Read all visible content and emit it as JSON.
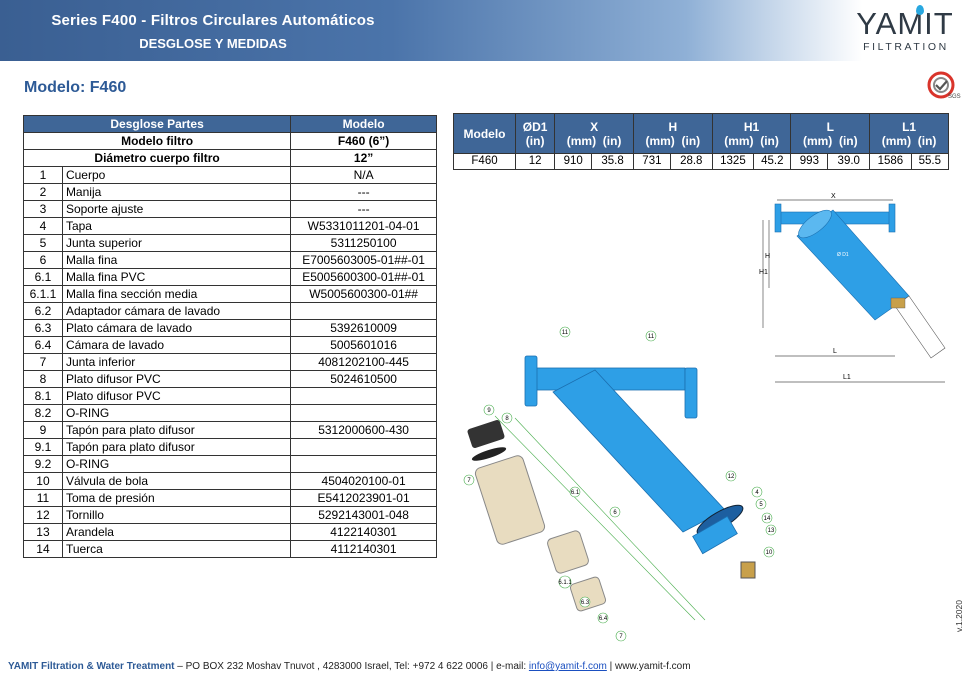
{
  "header": {
    "title": "Series F400  - Filtros Circulares Automáticos",
    "subtitle": "DESGLOSE Y MEDIDAS",
    "logo_word": "YAMIT",
    "logo_sub": "FILTRATION"
  },
  "model_title": "Modelo:  F460",
  "sgs_label": "SGS",
  "parts": {
    "header_left": "Desglose Partes",
    "header_right": "Modelo",
    "filter_model_label": "Modelo filtro",
    "filter_model_value": "F460 (6”)",
    "diameter_label": "Diámetro cuerpo filtro",
    "diameter_value": "12”",
    "rows": [
      {
        "num": "1",
        "name": "Cuerpo",
        "code": "N/A"
      },
      {
        "num": "2",
        "name": "Manija",
        "code": "---"
      },
      {
        "num": "3",
        "name": "Soporte ajuste",
        "code": "---"
      },
      {
        "num": "4",
        "name": "Tapa",
        "code": "W5331011201-04-01"
      },
      {
        "num": "5",
        "name": "Junta superior",
        "code": "5311250100"
      },
      {
        "num": "6",
        "name": "Malla fina",
        "code": "E7005603005-01##-01"
      },
      {
        "num": "6.1",
        "name": "Malla fina PVC",
        "code": "E5005600300-01##-01"
      },
      {
        "num": "6.1.1",
        "name": "Malla fina sección media",
        "code": "W5005600300-01##"
      },
      {
        "num": "6.2",
        "name": "Adaptador cámara de lavado",
        "code": ""
      },
      {
        "num": "6.3",
        "name": "Plato cámara de lavado",
        "code": "5392610009"
      },
      {
        "num": "6.4",
        "name": "Cámara de lavado",
        "code": "5005601016"
      },
      {
        "num": "7",
        "name": "Junta inferior",
        "code": "4081202100-445"
      },
      {
        "num": "8",
        "name": "Plato difusor PVC",
        "code": "5024610500"
      },
      {
        "num": "8.1",
        "name": "Plato difusor PVC",
        "code": ""
      },
      {
        "num": "8.2",
        "name": "O-RING",
        "code": ""
      },
      {
        "num": "9",
        "name": "Tapón para plato difusor",
        "code": "5312000600-430"
      },
      {
        "num": "9.1",
        "name": "Tapón para plato difusor",
        "code": ""
      },
      {
        "num": "9.2",
        "name": "O-RING",
        "code": ""
      },
      {
        "num": "10",
        "name": "Válvula de bola",
        "code": "4504020100-01"
      },
      {
        "num": "11",
        "name": "Toma de presión",
        "code": "E5412023901-01"
      },
      {
        "num": "12",
        "name": "Tornillo",
        "code": "5292143001-048"
      },
      {
        "num": "13",
        "name": "Arandela",
        "code": "4122140301"
      },
      {
        "num": "14",
        "name": "Tuerca",
        "code": "4112140301"
      }
    ]
  },
  "dims": {
    "model_header": "Modelo",
    "d1_header": "ØD1",
    "d1_unit": "(in)",
    "groups": [
      "X",
      "H",
      "H1",
      "L",
      "L1"
    ],
    "unit_mm": "(mm)",
    "unit_in": "(in)",
    "row": {
      "model": "F460",
      "d1": "12",
      "x_mm": "910",
      "x_in": "35.8",
      "h_mm": "731",
      "h_in": "28.8",
      "h1_mm": "1325",
      "h1_in": "45.2",
      "l_mm": "993",
      "l_in": "39.0",
      "l1_mm": "1586",
      "l1_in": "55.5"
    }
  },
  "diagram_labels": {
    "x": "X",
    "h": "H",
    "h1": "H1",
    "l": "L",
    "l1": "L1",
    "d1": "Ø D1"
  },
  "exploded_labels": [
    "11",
    "11",
    "9",
    "8",
    "7",
    "6.1",
    "6",
    "12",
    "4",
    "5",
    "14",
    "13",
    "10",
    "6.1.1",
    "6.3",
    "6.4",
    "7"
  ],
  "footer": {
    "brand": "YAMIT Filtration & Water Treatment",
    "address": " – PO BOX 232 Moshav Tnuvot , 4283000 Israel, Tel: +972 4 622 0006  | e-mail: ",
    "email": "info@yamit-f.com",
    "website": " | www.yamit-f.com"
  },
  "version": "v.1.2020"
}
